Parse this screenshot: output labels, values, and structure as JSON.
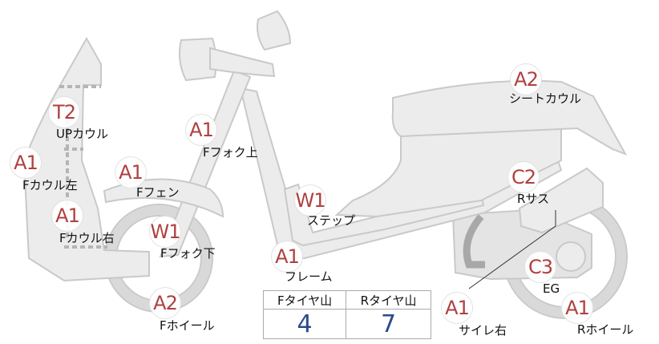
{
  "parts": [
    {
      "id": "up-cowl",
      "grade": "T2",
      "label": "UPカウル"
    },
    {
      "id": "f-cowl-left",
      "grade": "A1",
      "label": "Fカウル左"
    },
    {
      "id": "f-cowl-right",
      "grade": "A1",
      "label": "Fカウル右"
    },
    {
      "id": "f-fender",
      "grade": "A1",
      "label": "Fフェン"
    },
    {
      "id": "f-fork-upper",
      "grade": "A1",
      "label": "Fフォク上"
    },
    {
      "id": "f-fork-lower",
      "grade": "W1",
      "label": "Fフォク下"
    },
    {
      "id": "f-wheel",
      "grade": "A2",
      "label": "Fホイール"
    },
    {
      "id": "step",
      "grade": "W1",
      "label": "ステップ"
    },
    {
      "id": "frame",
      "grade": "A1",
      "label": "フレーム"
    },
    {
      "id": "seat-cowl",
      "grade": "A2",
      "label": "シートカウル"
    },
    {
      "id": "r-suspension",
      "grade": "C2",
      "label": "Rサス"
    },
    {
      "id": "engine",
      "grade": "C3",
      "label": "EG"
    },
    {
      "id": "muffler-right",
      "grade": "A1",
      "label": "サイレ右"
    },
    {
      "id": "r-wheel",
      "grade": "A1",
      "label": "Rホイール"
    }
  ],
  "tread": {
    "front_header": "Fタイヤ山",
    "rear_header": "Rタイヤ山",
    "front_value": "4",
    "rear_value": "7"
  },
  "colors": {
    "grade_text": "#b04040",
    "tread_value": "#2a4a8a",
    "part_fill": "#ececec",
    "part_stroke": "#c9c9c9"
  }
}
